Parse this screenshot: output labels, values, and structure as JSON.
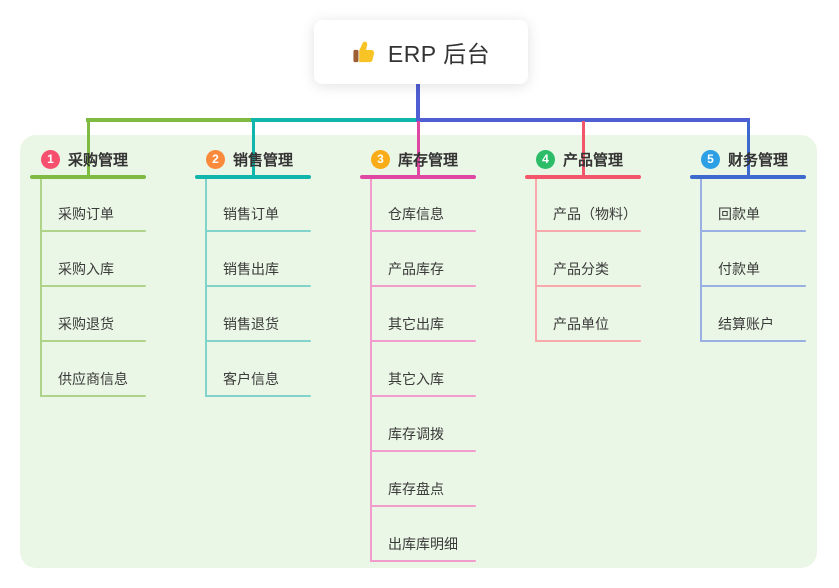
{
  "root": {
    "title": "ERP 后台",
    "icon": "thumbs-up-icon",
    "line_color": "#4f5ed2"
  },
  "panel": {
    "background": "#ebf7e6"
  },
  "branches": [
    {
      "badge": "1",
      "label": "采购管理",
      "badge_color": "#f6506e",
      "line_color": "#7fbb42",
      "child_line_color": "#aed389",
      "children": [
        "采购订单",
        "采购入库",
        "采购退货",
        "供应商信息"
      ]
    },
    {
      "badge": "2",
      "label": "销售管理",
      "badge_color": "#fb8a3d",
      "line_color": "#10b6ab",
      "child_line_color": "#82d3cc",
      "children": [
        "销售订单",
        "销售出库",
        "销售退货",
        "客户信息"
      ]
    },
    {
      "badge": "3",
      "label": "库存管理",
      "badge_color": "#f9ac18",
      "line_color": "#de47a2",
      "child_line_color": "#f19ccd",
      "children": [
        "仓库信息",
        "产品库存",
        "其它出库",
        "其它入库",
        "库存调拨",
        "库存盘点",
        "出库库明细"
      ]
    },
    {
      "badge": "4",
      "label": "产品管理",
      "badge_color": "#2dbd68",
      "line_color": "#f3566b",
      "child_line_color": "#f9a8ab",
      "children": [
        "产品（物料）",
        "产品分类",
        "产品单位"
      ]
    },
    {
      "badge": "5",
      "label": "财务管理",
      "badge_color": "#2c9fe5",
      "line_color": "#3e6ad0",
      "child_line_color": "#98b0e2",
      "children": [
        "回款单",
        "付款单",
        "结算账户"
      ]
    }
  ]
}
